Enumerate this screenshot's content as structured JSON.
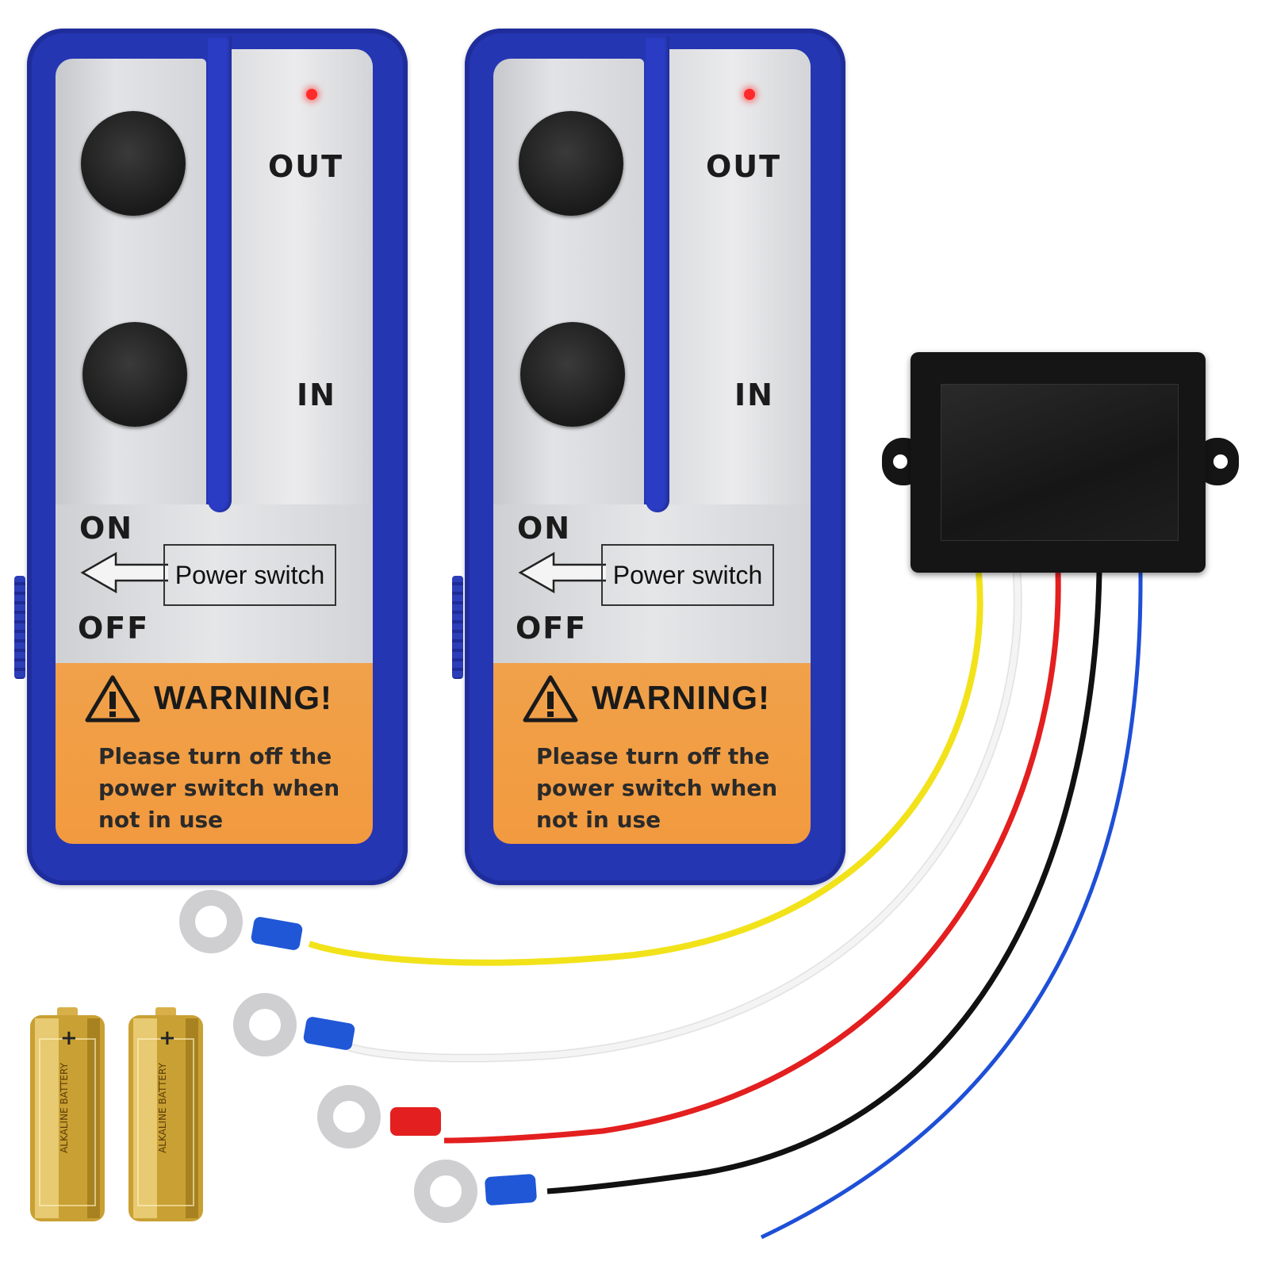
{
  "remotes": [
    {
      "label_out": "OUT",
      "label_in": "IN",
      "label_on": "ON",
      "label_off": "OFF",
      "power_switch": "Power switch",
      "warning_title": "WARNING!",
      "warning_text": "Please turn off the power switch when not  in  use"
    },
    {
      "label_out": "OUT",
      "label_in": "IN",
      "label_on": "ON",
      "label_off": "OFF",
      "power_switch": "Power switch",
      "warning_title": "WARNING!",
      "warning_text": "Please turn off the power switch when not  in  use"
    }
  ],
  "batteries": [
    {
      "plus": "+",
      "brand": "ALKALINE BATTERY"
    },
    {
      "plus": "+",
      "brand": "ALKALINE BATTERY"
    }
  ],
  "wire_colors": [
    "#f2e21a",
    "#f4f4f4",
    "#e31f1f",
    "#111111",
    "#1e4fd6"
  ],
  "colors": {
    "remote_body": "#2536b3",
    "warning_label": "#f29a3f",
    "receiver": "#151515",
    "led": "#ff2a2a"
  }
}
